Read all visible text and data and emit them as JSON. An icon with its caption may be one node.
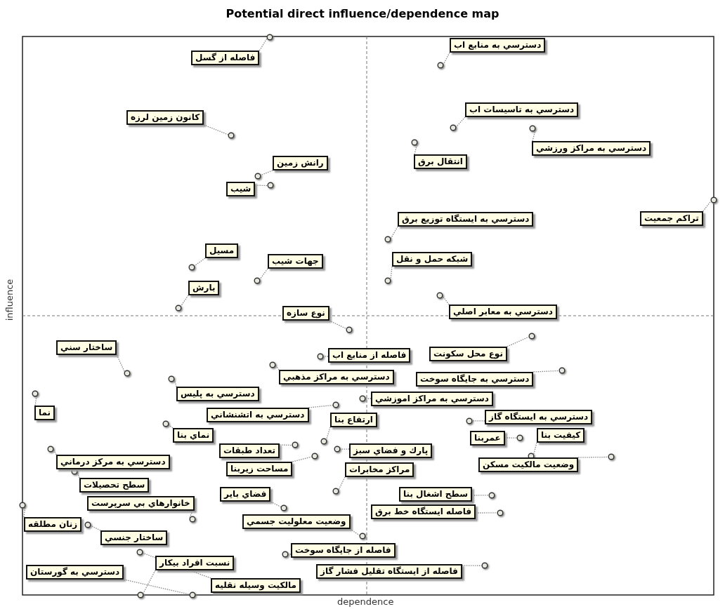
{
  "diagram": {
    "title": "Potential direct influence/dependence map",
    "nodes": [
      {
        "text": [
          "فاصله از گسل"
        ]
      },
      {
        "text": [
          "كانون زمين لرزه"
        ]
      },
      {
        "text": [
          "رانش زمين"
        ]
      },
      {
        "text": [
          "شيب"
        ]
      },
      {
        "text": [
          "مسيل"
        ]
      },
      {
        "text": [
          "جهات شيب"
        ]
      },
      {
        "text": [
          "بارش"
        ]
      },
      {
        "text": [
          "نوع سازه"
        ]
      },
      {
        "text": [
          "ساختار سني"
        ]
      },
      {
        "text": [
          "نما"
        ]
      },
      {
        "text": [
          "دسترسي به پليس"
        ]
      },
      {
        "text": [
          "دسترسي به مراكز مذهبي"
        ]
      },
      {
        "text": [
          "دسترسي به منابع اب"
        ]
      },
      {
        "text": [
          "دسترسي به تاسيسات اب"
        ]
      },
      {
        "text": [
          "دسترسي به مراكز ورزشي"
        ]
      },
      {
        "text": [
          "انتقال برق"
        ]
      },
      {
        "text": [
          "تراكم جمعيت"
        ]
      },
      {
        "text": [
          "دسترسي به ايستگاه توزيع برق"
        ]
      },
      {
        "text": [
          "شبكه حمل و نقل"
        ]
      },
      {
        "text": [
          "دسترسي به معابر اصلي"
        ]
      },
      {
        "text": [
          "فاصله از منابع اب"
        ]
      },
      {
        "text": [
          "نوع محل سكونت"
        ]
      },
      {
        "text": [
          "دسترسي به جايگاه سوخت"
        ]
      },
      {
        "text": [
          "دسترسي به مراكز اموزشي"
        ]
      },
      {
        "text": [
          "دسترسي به ايستگاه گاز"
        ]
      },
      {
        "text": [
          "عمربنا"
        ]
      },
      {
        "text": [
          "كيفيت بنا"
        ]
      },
      {
        "text": [
          "وضعيت مالكيت مسكن"
        ]
      },
      {
        "text": [
          "ارتفاع بنا"
        ]
      },
      {
        "text": [
          "دسترسي به اتشنشاني"
        ]
      },
      {
        "text": [
          "نماي بنا"
        ]
      },
      {
        "text": [
          "تعداد طبقات"
        ]
      },
      {
        "text": [
          "دسترسي به مركز درماني"
        ]
      },
      {
        "text": [
          "مساحت زيربنا"
        ]
      },
      {
        "text": [
          "پارك و فضاي سبز"
        ]
      },
      {
        "text": [
          "مراكز مخابرات"
        ]
      },
      {
        "text": [
          "سطح اشغال بنا"
        ]
      },
      {
        "text": [
          "سطح تحصيلات"
        ]
      },
      {
        "text": [
          "خانوارهاي بي سرپرست"
        ]
      },
      {
        "text": [
          "فضاي باير"
        ]
      },
      {
        "text": [
          "فاصله ايستگاه خط برق"
        ]
      },
      {
        "text": [
          "وضعيت معلوليت جسمي"
        ]
      },
      {
        "text": [
          "زنان مطلقه"
        ]
      },
      {
        "text": [
          "ساختار جنسي"
        ]
      },
      {
        "text": [
          "فاصله از جايگاه سوخت"
        ]
      },
      {
        "text": [
          "نسبت افراد بيكار"
        ]
      },
      {
        "text": [
          "دسترسي به گورستان"
        ]
      },
      {
        "text": [
          "مالكيت وسيله نقليه"
        ]
      },
      {
        "text": [
          "فاصله از ايستگاه تقليل فشار گاز"
        ]
      },
      {
        "text": [],
        "shape": "circle"
      },
      {
        "text": [],
        "shape": "circle"
      },
      {
        "text": [],
        "shape": "circle"
      },
      {
        "text": [],
        "shape": "circle"
      },
      {
        "text": [],
        "shape": "circle"
      },
      {
        "text": [],
        "shape": "circle"
      },
      {
        "text": [],
        "shape": "circle"
      },
      {
        "text": [],
        "shape": "circle"
      },
      {
        "text": [],
        "shape": "circle"
      },
      {
        "text": [],
        "shape": "circle"
      },
      {
        "text": [],
        "shape": "circle"
      },
      {
        "text": [],
        "shape": "circle"
      },
      {
        "text": [],
        "shape": "circle"
      },
      {
        "text": [],
        "shape": "circle"
      },
      {
        "text": [],
        "shape": "circle"
      },
      {
        "text": [],
        "shape": "circle"
      },
      {
        "text": [],
        "shape": "circle"
      },
      {
        "text": [],
        "shape": "circle"
      },
      {
        "text": [],
        "shape": "circle"
      },
      {
        "text": [],
        "shape": "circle"
      },
      {
        "text": [],
        "shape": "circle"
      },
      {
        "text": [],
        "shape": "circle"
      },
      {
        "text": [],
        "shape": "circle"
      },
      {
        "text": [],
        "shape": "circle"
      },
      {
        "text": [],
        "shape": "circle"
      },
      {
        "text": [],
        "shape": "circle"
      },
      {
        "text": [],
        "shape": "circle"
      },
      {
        "text": [],
        "shape": "circle"
      },
      {
        "text": [],
        "shape": "circle"
      },
      {
        "text": [],
        "shape": "circle"
      },
      {
        "text": [],
        "shape": "circle"
      },
      {
        "text": [],
        "shape": "circle"
      },
      {
        "text": [],
        "shape": "circle"
      },
      {
        "text": [],
        "shape": "circle"
      },
      {
        "text": [],
        "shape": "circle"
      },
      {
        "text": [],
        "shape": "circle"
      },
      {
        "text": [],
        "shape": "circle"
      },
      {
        "text": [],
        "shape": "circle"
      },
      {
        "text": [],
        "shape": "circle"
      },
      {
        "text": [],
        "shape": "circle"
      },
      {
        "text": [],
        "shape": "circle"
      },
      {
        "text": [],
        "shape": "circle"
      },
      {
        "text": [],
        "shape": "circle"
      },
      {
        "text": [],
        "shape": "circle"
      },
      {
        "text": [],
        "shape": "circle"
      },
      {
        "text": [],
        "shape": "circle"
      },
      {
        "text": [],
        "shape": "circle"
      },
      {
        "text": [],
        "shape": "circle"
      },
      {
        "text": [],
        "shape": "circle"
      }
    ],
    "edges": [
      {
        "from": 0,
        "to": 49,
        "arrow": "none"
      },
      {
        "from": 1,
        "to": 50,
        "arrow": "none"
      },
      {
        "from": 2,
        "to": 51,
        "arrow": "none"
      },
      {
        "from": 3,
        "to": 52,
        "arrow": "none"
      },
      {
        "from": 4,
        "to": 53,
        "arrow": "none"
      },
      {
        "from": 5,
        "to": 54,
        "arrow": "none"
      },
      {
        "from": 6,
        "to": 55,
        "arrow": "none"
      },
      {
        "from": 7,
        "to": 56,
        "arrow": "none"
      },
      {
        "from": 8,
        "to": 57,
        "arrow": "none"
      },
      {
        "from": 9,
        "to": 58,
        "arrow": "none"
      },
      {
        "from": 10,
        "to": 59,
        "arrow": "none"
      },
      {
        "from": 11,
        "to": 60,
        "arrow": "none"
      },
      {
        "from": 12,
        "to": 61,
        "arrow": "none"
      },
      {
        "from": 13,
        "to": 62,
        "arrow": "none"
      },
      {
        "from": 14,
        "to": 63,
        "arrow": "none"
      },
      {
        "from": 15,
        "to": 64,
        "arrow": "none"
      },
      {
        "from": 16,
        "to": 65,
        "arrow": "none"
      },
      {
        "from": 17,
        "to": 66,
        "arrow": "none"
      },
      {
        "from": 18,
        "to": 67,
        "arrow": "none"
      },
      {
        "from": 19,
        "to": 68,
        "arrow": "none"
      },
      {
        "from": 20,
        "to": 69,
        "arrow": "none"
      },
      {
        "from": 21,
        "to": 70,
        "arrow": "none"
      },
      {
        "from": 22,
        "to": 71,
        "arrow": "none"
      },
      {
        "from": 23,
        "to": 72,
        "arrow": "none"
      },
      {
        "from": 24,
        "to": 73,
        "arrow": "none"
      },
      {
        "from": 25,
        "to": 74,
        "arrow": "none"
      },
      {
        "from": 26,
        "to": 75,
        "arrow": "none"
      },
      {
        "from": 27,
        "to": 76,
        "arrow": "none"
      },
      {
        "from": 28,
        "to": 77,
        "arrow": "none"
      },
      {
        "from": 29,
        "to": 78,
        "arrow": "none"
      },
      {
        "from": 30,
        "to": 79,
        "arrow": "none"
      },
      {
        "from": 31,
        "to": 80,
        "arrow": "none"
      },
      {
        "from": 32,
        "to": 81,
        "arrow": "none"
      },
      {
        "from": 33,
        "to": 82,
        "arrow": "none"
      },
      {
        "from": 34,
        "to": 83,
        "arrow": "none"
      },
      {
        "from": 35,
        "to": 84,
        "arrow": "none"
      },
      {
        "from": 36,
        "to": 85,
        "arrow": "none"
      },
      {
        "from": 37,
        "to": 86,
        "arrow": "none"
      },
      {
        "from": 38,
        "to": 87,
        "arrow": "none"
      },
      {
        "from": 39,
        "to": 88,
        "arrow": "none"
      },
      {
        "from": 40,
        "to": 89,
        "arrow": "none"
      },
      {
        "from": 41,
        "to": 90,
        "arrow": "none"
      },
      {
        "from": 42,
        "to": 91,
        "arrow": "none"
      },
      {
        "from": 43,
        "to": 92,
        "arrow": "none"
      },
      {
        "from": 44,
        "to": 93,
        "arrow": "none"
      },
      {
        "from": 45,
        "to": 94,
        "arrow": "none"
      },
      {
        "from": 46,
        "to": 95,
        "arrow": "none"
      },
      {
        "from": 47,
        "to": 96,
        "arrow": "none"
      },
      {
        "from": 48,
        "to": 97,
        "arrow": "none"
      }
    ],
    "labels": [
      "influence",
      "dependence"
    ]
  }
}
